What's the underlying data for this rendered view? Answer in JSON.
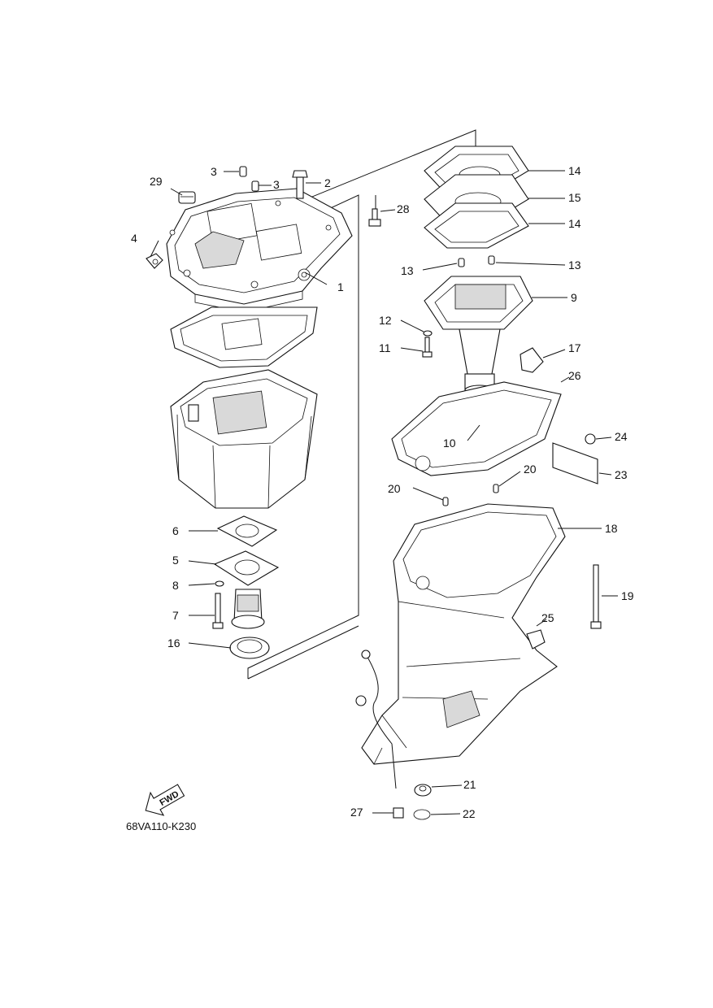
{
  "diagram_code": "68VA110-K230",
  "fwd_label": "FWD",
  "callouts": [
    {
      "id": "c1",
      "label": "1"
    },
    {
      "id": "c2",
      "label": "2"
    },
    {
      "id": "c3a",
      "label": "3"
    },
    {
      "id": "c3b",
      "label": "3"
    },
    {
      "id": "c4",
      "label": "4"
    },
    {
      "id": "c5",
      "label": "5"
    },
    {
      "id": "c6",
      "label": "6"
    },
    {
      "id": "c7",
      "label": "7"
    },
    {
      "id": "c8",
      "label": "8"
    },
    {
      "id": "c9",
      "label": "9"
    },
    {
      "id": "c10",
      "label": "10"
    },
    {
      "id": "c11",
      "label": "11"
    },
    {
      "id": "c12",
      "label": "12"
    },
    {
      "id": "c13a",
      "label": "13"
    },
    {
      "id": "c13b",
      "label": "13"
    },
    {
      "id": "c14a",
      "label": "14"
    },
    {
      "id": "c14b",
      "label": "14"
    },
    {
      "id": "c15",
      "label": "15"
    },
    {
      "id": "c16",
      "label": "16"
    },
    {
      "id": "c17",
      "label": "17"
    },
    {
      "id": "c18",
      "label": "18"
    },
    {
      "id": "c19",
      "label": "19"
    },
    {
      "id": "c20a",
      "label": "20"
    },
    {
      "id": "c20b",
      "label": "20"
    },
    {
      "id": "c21",
      "label": "21"
    },
    {
      "id": "c22",
      "label": "22"
    },
    {
      "id": "c23",
      "label": "23"
    },
    {
      "id": "c24",
      "label": "24"
    },
    {
      "id": "c25",
      "label": "25"
    },
    {
      "id": "c26",
      "label": "26"
    },
    {
      "id": "c27",
      "label": "27"
    },
    {
      "id": "c28",
      "label": "28"
    },
    {
      "id": "c29",
      "label": "29"
    }
  ]
}
